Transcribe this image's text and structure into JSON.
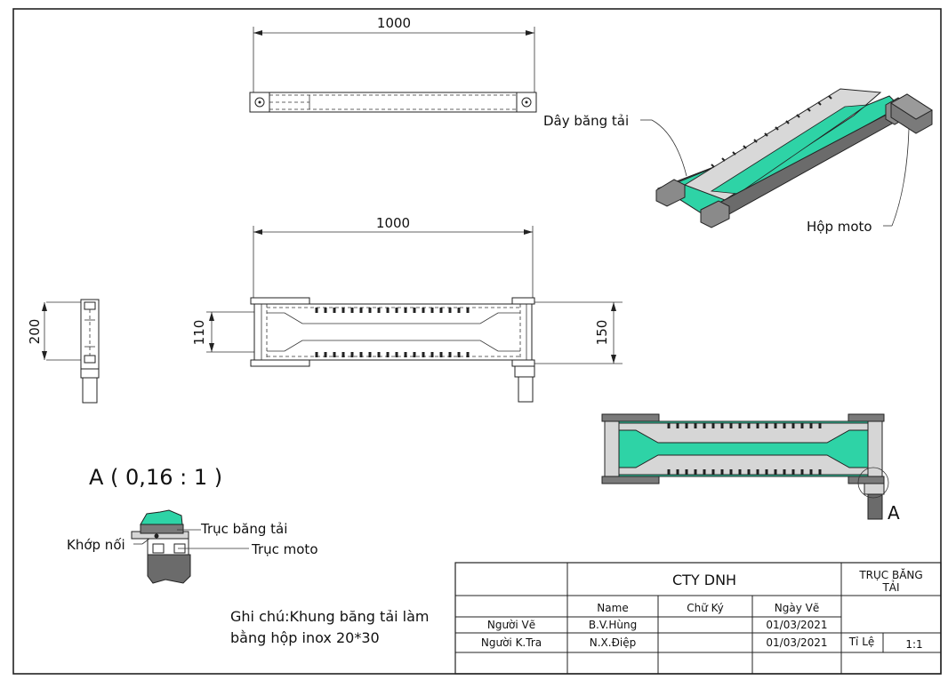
{
  "drawing": {
    "top_view_dimension": "1000",
    "front_view_dimension": "1000",
    "side_view_dimension": "200",
    "inner_width_dimension": "110",
    "outer_width_dimension": "150",
    "detail_label": "A ( 0,16 : 1 )",
    "detail_marker": "A",
    "colors": {
      "belt": "#2ed3a6",
      "frame": "#6b6b6b",
      "light": "#d6d6d6"
    }
  },
  "callouts": {
    "belt": "Dây băng tải",
    "motor_box": "Hộp moto",
    "belt_shaft": "Trục băng tải",
    "coupling": "Khớp nối",
    "motor_shaft": "Trục moto"
  },
  "note": {
    "line1": "Ghi chú:Khung băng tải làm",
    "line2": "bằng hộp inox 20*30"
  },
  "title_block": {
    "company": "CTY DNH",
    "drawing_title_line1": "TRỤC BĂNG",
    "drawing_title_line2": "TẢI",
    "headers": {
      "name": "Name",
      "signature": "Chữ Ký",
      "date": "Ngày Vẽ"
    },
    "rows": [
      {
        "role": "Người Vẽ",
        "name": "B.V.Hùng",
        "date": "01/03/2021"
      },
      {
        "role": "Người K.Tra",
        "name": "N.X.Điệp",
        "date": "01/03/2021"
      }
    ],
    "scale_label": "Tỉ Lệ",
    "scale_value": "1:1"
  }
}
